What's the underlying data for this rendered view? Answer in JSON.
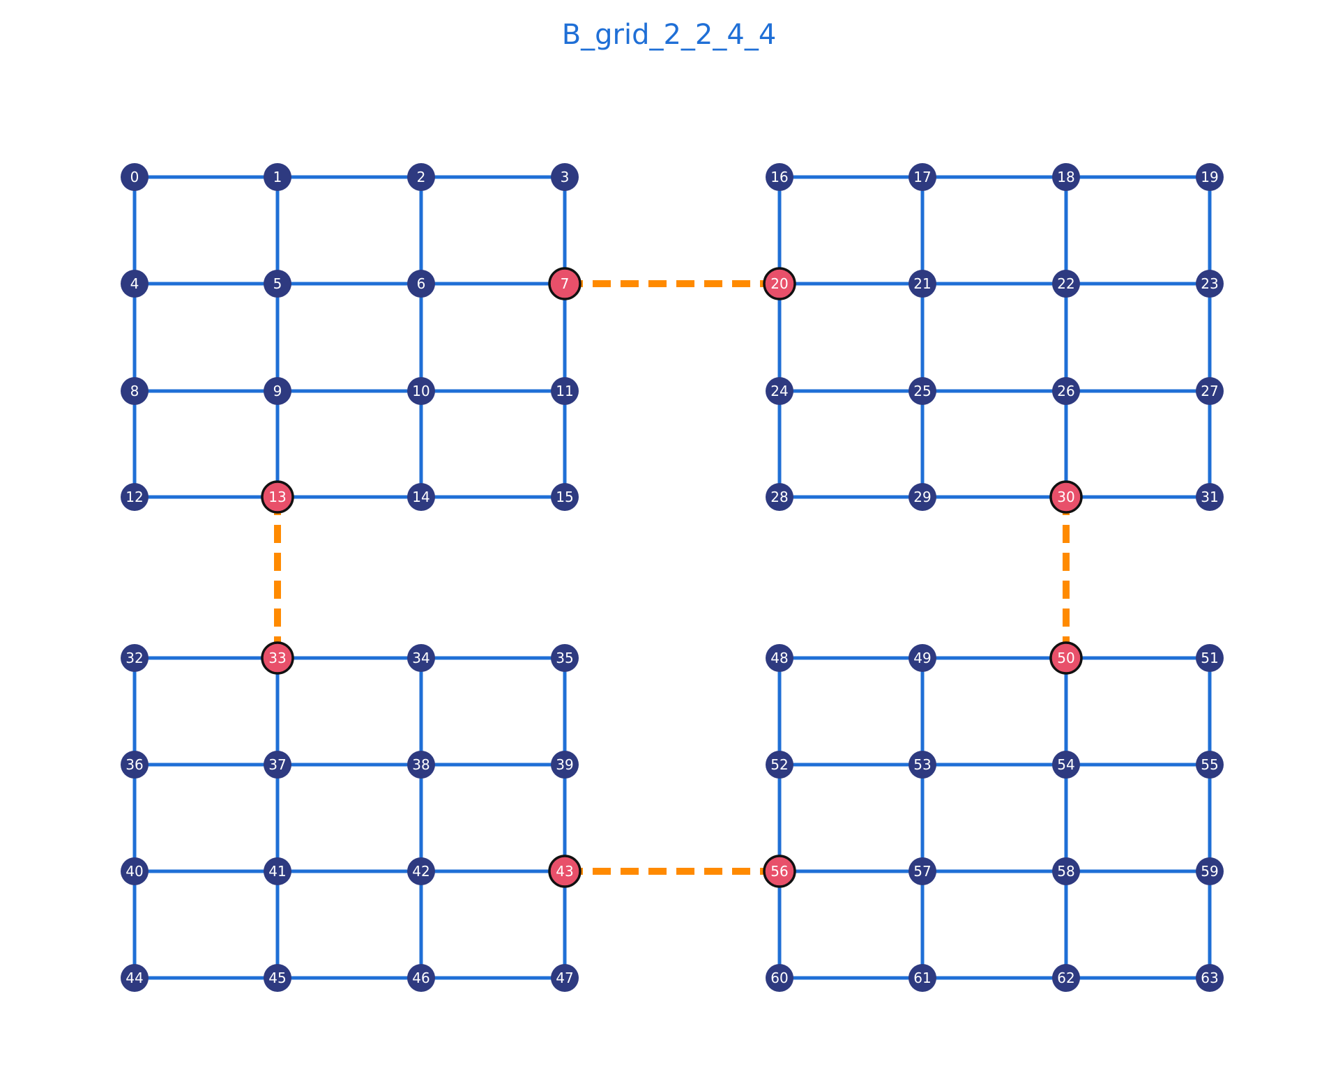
{
  "title": "B_grid_2_2_4_4",
  "colors": {
    "title": "#1f6fd6",
    "edge": "#1f6fd6",
    "bridge_edge": "#ff8a00",
    "node": "#2e3a80",
    "bridge_node": "#e8506a",
    "bridge_node_border": "#111111",
    "label": "#ffffff"
  },
  "grid": {
    "block_rows": 2,
    "block_cols": 2,
    "rows_per_block": 4,
    "cols_per_block": 4
  },
  "nodes": [
    "0",
    "1",
    "2",
    "3",
    "4",
    "5",
    "6",
    "7",
    "8",
    "9",
    "10",
    "11",
    "12",
    "13",
    "14",
    "15",
    "16",
    "17",
    "18",
    "19",
    "20",
    "21",
    "22",
    "23",
    "24",
    "25",
    "26",
    "27",
    "28",
    "29",
    "30",
    "31",
    "32",
    "33",
    "34",
    "35",
    "36",
    "37",
    "38",
    "39",
    "40",
    "41",
    "42",
    "43",
    "44",
    "45",
    "46",
    "47",
    "48",
    "49",
    "50",
    "51",
    "52",
    "53",
    "54",
    "55",
    "56",
    "57",
    "58",
    "59",
    "60",
    "61",
    "62",
    "63"
  ],
  "highlighted_nodes": [
    "7",
    "13",
    "20",
    "30",
    "33",
    "43",
    "50",
    "56"
  ],
  "bridge_edges": [
    [
      "7",
      "20"
    ],
    [
      "13",
      "33"
    ],
    [
      "30",
      "50"
    ],
    [
      "43",
      "56"
    ]
  ]
}
